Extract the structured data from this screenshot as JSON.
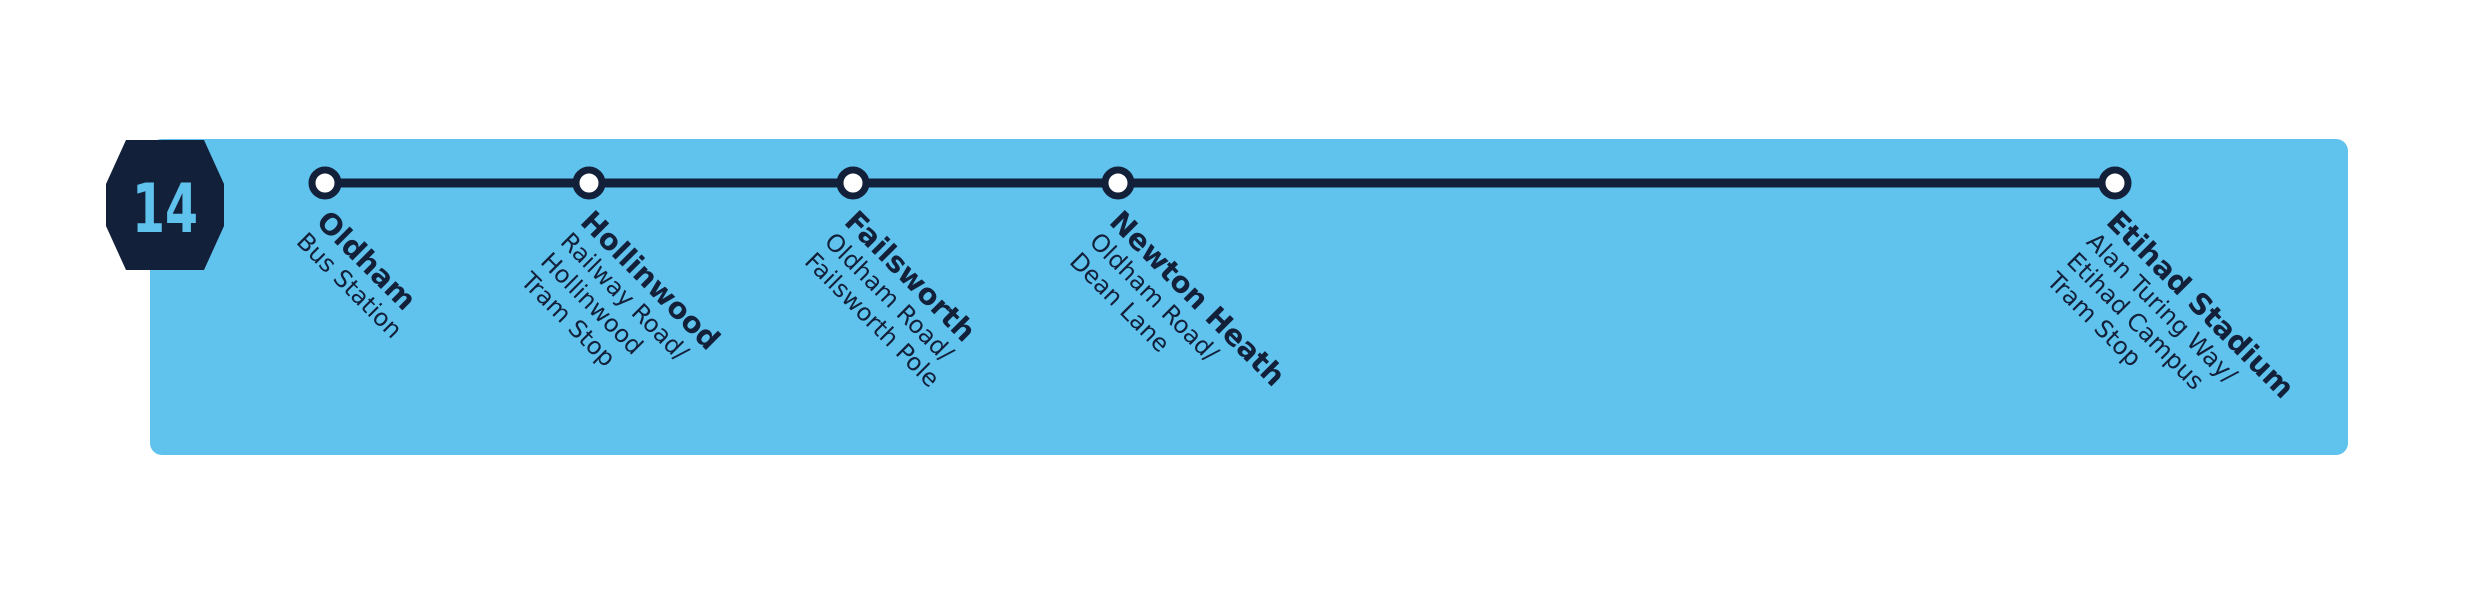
{
  "route": {
    "number": "14",
    "colors": {
      "panel": "#5fc3ee",
      "line": "#13203a",
      "badge": "#13203a",
      "badge_text": "#5fc3ee",
      "stop_fill": "#ffffff"
    }
  },
  "stops": [
    {
      "name": "Oldham",
      "lines": [
        "Bus Station"
      ]
    },
    {
      "name": "Hollinwood",
      "lines": [
        "Railway Road/",
        "Hollinwood",
        "Tram Stop"
      ]
    },
    {
      "name": "Failsworth",
      "lines": [
        "Oldham Road/",
        "Failsworth Pole"
      ]
    },
    {
      "name": "Newton Heath",
      "lines": [
        "Oldham Road/",
        "Dean Lane"
      ]
    },
    {
      "name": "Etihad Stadium",
      "lines": [
        "Alan Turing Way/",
        "Etihad Campus",
        "Tram Stop"
      ]
    }
  ]
}
